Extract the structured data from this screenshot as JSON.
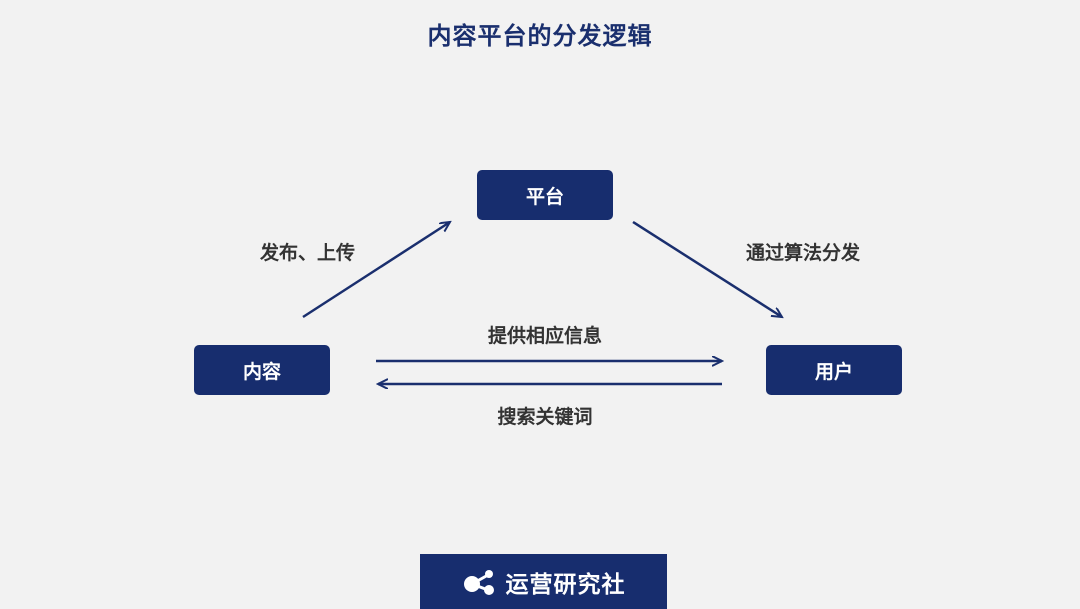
{
  "title": "内容平台的分发逻辑",
  "nodes": {
    "platform": "平台",
    "content": "内容",
    "user": "用户"
  },
  "edges": {
    "publish": "发布、上传",
    "distribute": "通过算法分发",
    "provide_info": "提供相应信息",
    "search_keywords": "搜索关键词"
  },
  "logo": {
    "text": "运营研究社",
    "icon": "molecule-dots-icon"
  },
  "colors": {
    "primary": "#172d6e",
    "background": "#f2f2f2",
    "label_text": "#333333",
    "node_text": "#ffffff"
  }
}
